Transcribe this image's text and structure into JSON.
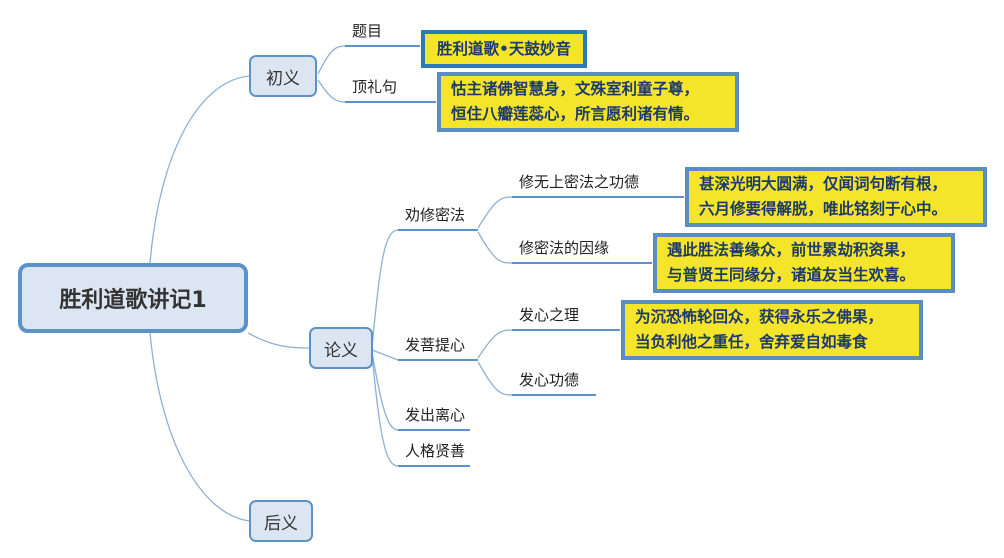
{
  "root": {
    "label": "胜利道歌讲记1"
  },
  "sections": {
    "chuyi": {
      "label": "初义",
      "timu": {
        "label": "题目",
        "note": "胜利道歌•天鼓妙音"
      },
      "dinglij": {
        "label": "顶礼句",
        "note": [
          "怙主诸佛智慧身，文殊室利童子尊，",
          "恒住八瓣莲蕊心，所言愿利诸有情。"
        ]
      }
    },
    "lunyi": {
      "label": "论义",
      "quanxiu": {
        "label": "劝修密法",
        "gongde": {
          "label": "修无上密法之功德",
          "note": [
            "甚深光明大圆满，仅闻词句断有根，",
            "六月修要得解脱，唯此铭刻于心中。"
          ]
        },
        "yinyuan": {
          "label": "修密法的因缘",
          "note": [
            "遇此胜法善缘众，前世累劫积资果，",
            "与普贤王同缘分，诸道友当生欢喜。"
          ]
        }
      },
      "fapu": {
        "label": "发菩提心",
        "zhili": {
          "label": "发心之理",
          "note": [
            "为沉恐怖轮回众，获得永乐之佛果，",
            "当负利他之重任，舍弃爱自如毒食"
          ]
        },
        "gongde": {
          "label": "发心功德"
        }
      },
      "chuli": {
        "label": "发出离心"
      },
      "renge": {
        "label": "人格贤善"
      }
    },
    "houyi": {
      "label": "后义"
    }
  },
  "colors": {
    "link": "#8fb0d4",
    "underline": "#5b93c9",
    "note_fill": "#f5e52a",
    "note_border": "#5a8ec2",
    "text_note": "#1c3a6b"
  }
}
